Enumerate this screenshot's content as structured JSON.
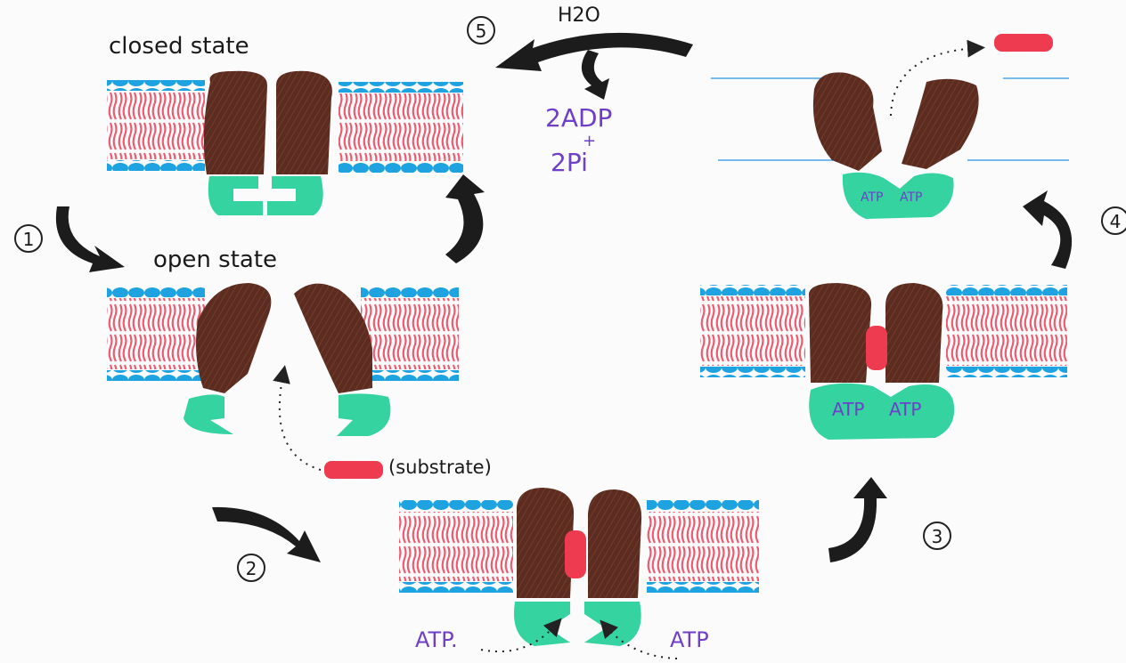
{
  "labels": {
    "closed_state": "closed state",
    "open_state": "open state",
    "substrate": "(substrate)",
    "water": "H2O",
    "adp": "2ADP",
    "plus": "+",
    "pi": "2Pi",
    "atp_left": "ATP.",
    "atp_right": "ATP",
    "atp_bound": "ATP",
    "atp_bound_small": "ATP"
  },
  "steps": [
    "1",
    "2",
    "3",
    "4",
    "5"
  ],
  "colors": {
    "phospholipid_head": "#1fa3e0",
    "lipid_tail": "#ee5a6f",
    "protein": "#5b2c1f",
    "nbd": "#35d3a0",
    "substrate": "#ee3b50",
    "arrow": "#1c1c1c",
    "annotation": "#6f3fc7"
  }
}
